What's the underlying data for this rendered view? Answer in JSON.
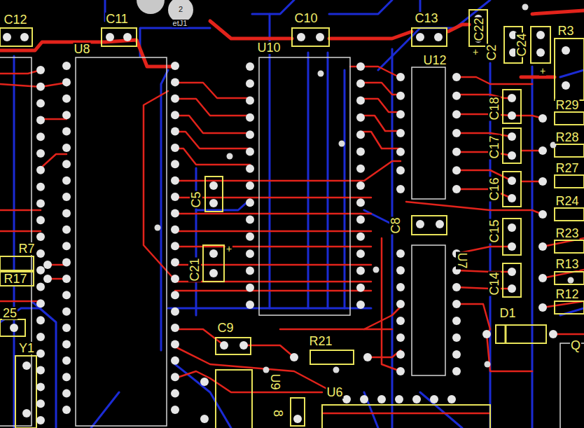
{
  "diagram": {
    "labels": [
      "C12",
      "C11",
      "2",
      "etJ1",
      "C10",
      "C13",
      "C22",
      "C2",
      "+",
      "C24",
      "+",
      "R3",
      "U8",
      "U10",
      "U12",
      "C18",
      "R29",
      "R28",
      "C17",
      "R27",
      "C16",
      "R24",
      "C5",
      "C8",
      "C15",
      "R23",
      "+",
      "C21",
      "U7",
      "R13",
      "R7",
      "R17",
      "C14",
      "R12",
      "25",
      "D1",
      "Y1",
      "C9",
      "R21",
      "U9",
      "U6",
      "8",
      "Q"
    ]
  }
}
